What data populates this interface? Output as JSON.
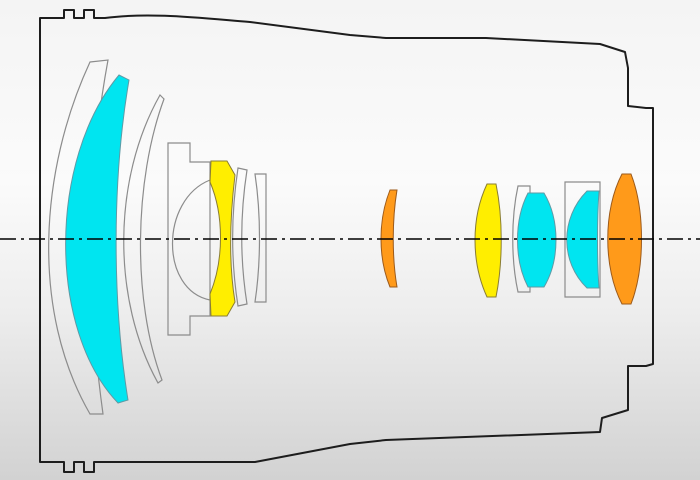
{
  "diagram": {
    "type": "lens-optical-cross-section",
    "colors": {
      "background": "#f4f4f4",
      "outline": "#1d1d1d",
      "element_outline": "#8c8c8c",
      "optical_axis": "#000000",
      "aspherical_element": "#00e5f0",
      "ed_element": "#ffee00",
      "super_ed_element": "#ff9a1a"
    },
    "elements": [
      {
        "id": "front-meniscus",
        "fill": "none"
      },
      {
        "id": "front-aspherical",
        "fill": "aspherical_element"
      },
      {
        "id": "second-meniscus",
        "fill": "none"
      },
      {
        "id": "cemented-group-front",
        "fill": "none"
      },
      {
        "id": "ed-front",
        "fill": "ed_element"
      },
      {
        "id": "thin-element-1",
        "fill": "none"
      },
      {
        "id": "thin-element-2",
        "fill": "none"
      },
      {
        "id": "super-ed-middle",
        "fill": "super_ed_element"
      },
      {
        "id": "ed-rear",
        "fill": "ed_element"
      },
      {
        "id": "rear-group-element",
        "fill": "none"
      },
      {
        "id": "rear-aspherical-1",
        "fill": "aspherical_element"
      },
      {
        "id": "rear-group-element-2",
        "fill": "none"
      },
      {
        "id": "rear-aspherical-2",
        "fill": "aspherical_element"
      },
      {
        "id": "super-ed-rear",
        "fill": "super_ed_element"
      }
    ]
  }
}
